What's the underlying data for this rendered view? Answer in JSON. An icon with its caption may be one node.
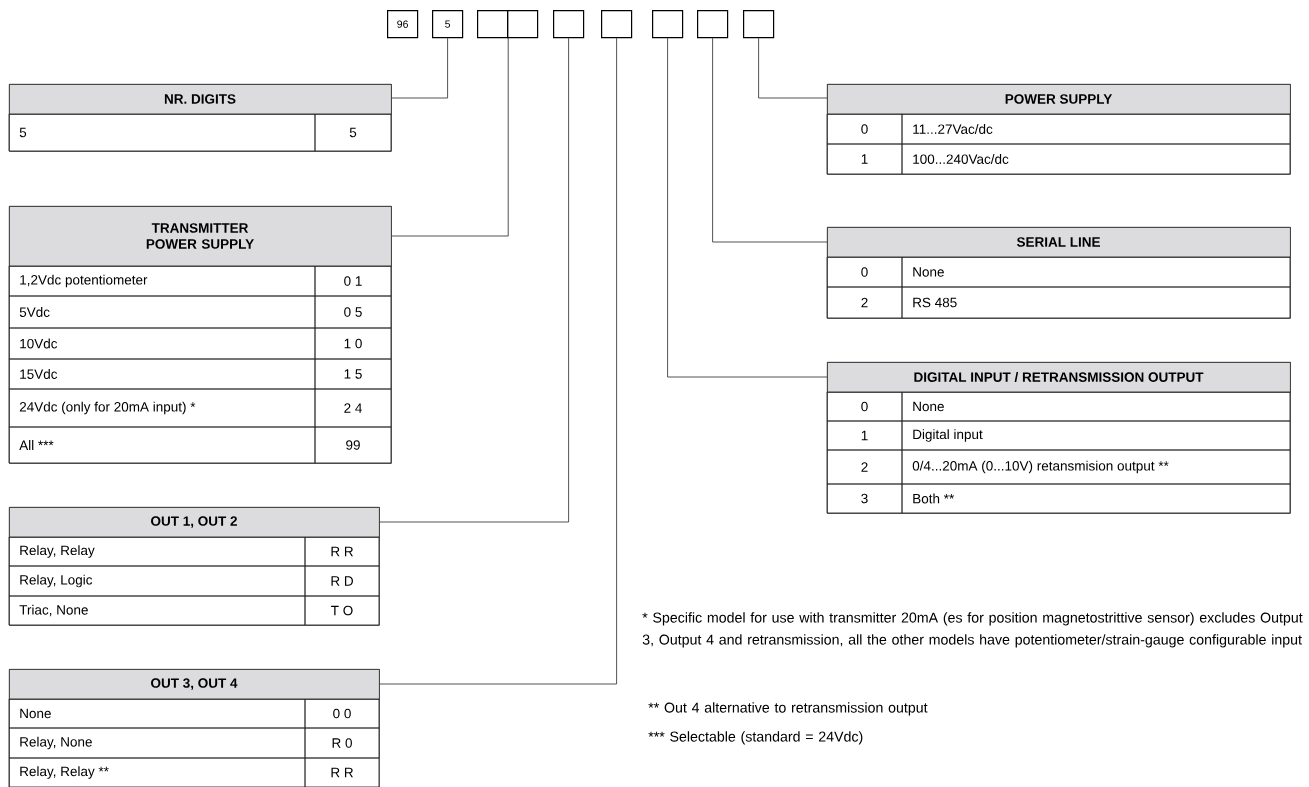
{
  "diagram": {
    "nodes": [
      {
        "text": [
          "96"
        ]
      },
      {
        "text": [
          "5"
        ]
      },
      {
        "text": [],
        "shape": "box"
      },
      {
        "text": [],
        "shape": "box"
      },
      {
        "text": [],
        "shape": "box"
      },
      {
        "text": [],
        "shape": "box"
      },
      {
        "text": [],
        "shape": "box"
      },
      {
        "text": [],
        "shape": "box"
      },
      {
        "text": [],
        "shape": "box"
      },
      {
        "text": [
          "NR. DIGITS",
          "5",
          "5"
        ]
      },
      {
        "text": [
          "TRANSMITTER POWER SUPPLY",
          "1,2Vdc potentiometer",
          "0 1",
          "5Vdc",
          "0 5",
          "10Vdc",
          "1 0",
          "15Vdc",
          "1 5",
          "24Vdc (only for 20mA input) *",
          "2 4",
          "All ***",
          "99"
        ]
      },
      {
        "text": [
          "OUT 1, OUT 2",
          "Relay, Relay",
          "R R",
          "Relay, Logic",
          "R D",
          "Triac, None",
          "T O"
        ]
      },
      {
        "text": [
          "OUT 3, OUT 4",
          "None",
          "0 0",
          "Relay, None",
          "R 0",
          "Relay, Relay  **",
          "R R"
        ]
      },
      {
        "text": [
          "POWER SUPPLY",
          "0",
          "11...27Vac/dc",
          "1",
          "100...240Vac/dc"
        ]
      },
      {
        "text": [
          "SERIAL LINE",
          "0",
          "None",
          "2",
          "RS 485"
        ]
      },
      {
        "text": [
          "DIGITAL INPUT / RETRANSMISSION OUTPUT",
          "0",
          "None",
          "1",
          "Digital input",
          "2",
          "0/4...20mA (0...10V) retansmision output **",
          "3",
          "Both **"
        ]
      }
    ],
    "edges": [
      {
        "from": 1,
        "to": 9,
        "arrow": "none"
      },
      {
        "from": 2,
        "to": 10,
        "arrow": "none"
      },
      {
        "from": 3,
        "to": 10,
        "arrow": "none"
      },
      {
        "from": 4,
        "to": 11,
        "arrow": "none"
      },
      {
        "from": 5,
        "to": 12,
        "arrow": "none"
      },
      {
        "from": 6,
        "to": 15,
        "arrow": "none"
      },
      {
        "from": 7,
        "to": 14,
        "arrow": "none"
      },
      {
        "from": 8,
        "to": 13,
        "arrow": "none"
      }
    ],
    "labels": [
      "* Specific model for use with transmitter 20mA (es for position magnetostrittive sensor) excludes Output 3, Output 4 and retransmission,  all the other models have potentiometer/strain-gauge configurable input",
      "** Out 4 alternative to retransmission output",
      "*** Selectable (standard = 24Vdc)"
    ]
  }
}
